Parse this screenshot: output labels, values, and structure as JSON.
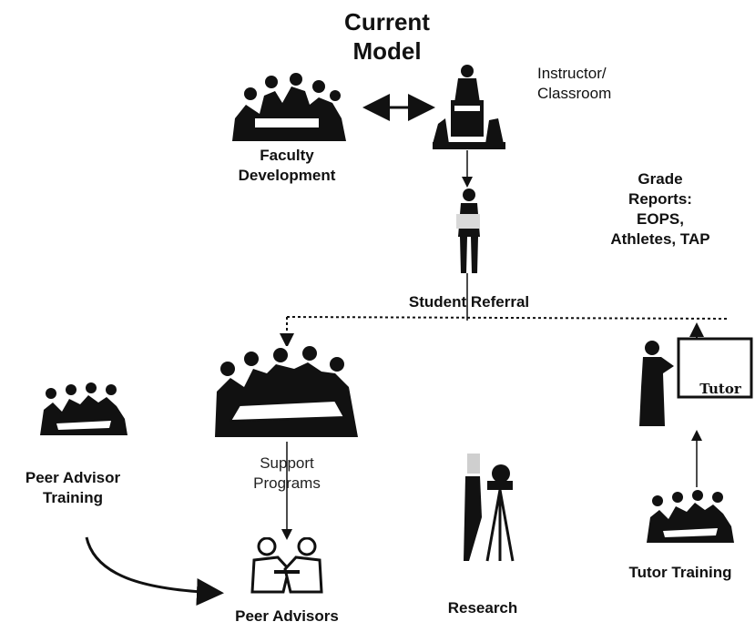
{
  "title": {
    "line1": "Current",
    "line2": "Model"
  },
  "nodes": {
    "instructor": {
      "line1": "Instructor/",
      "line2": "Classroom"
    },
    "faculty": {
      "line1": "Faculty",
      "line2": "Development"
    },
    "grade_reports": {
      "line1": "Grade",
      "line2": "Reports:",
      "line3": "EOPS,",
      "line4": "Athletes, TAP"
    },
    "student_referral": "Student Referral",
    "support_programs": {
      "line1": "Support",
      "line2": "Programs"
    },
    "peer_advisor_training": {
      "line1": "Peer Advisor",
      "line2": "Training"
    },
    "peer_advisors": "Peer Advisors",
    "research": "Research",
    "tutor_training": "Tutor Training",
    "tutor_board_text": "Tutor"
  },
  "icons": {
    "faculty": "meeting-group-icon",
    "instructor": "lecturer-at-podium-icon",
    "student": "standing-student-icon",
    "support": "conference-table-icon",
    "peer_advisor_training": "small-group-icon",
    "peer_advisors": "two-people-handshake-icon",
    "research": "researcher-with-microscope-icon",
    "tutor": "tutor-at-whiteboard-icon",
    "tutor_training": "small-group-icon"
  },
  "colors": {
    "ink": "#111111",
    "paper": "#ffffff",
    "halftone": "#cfcfcf"
  }
}
